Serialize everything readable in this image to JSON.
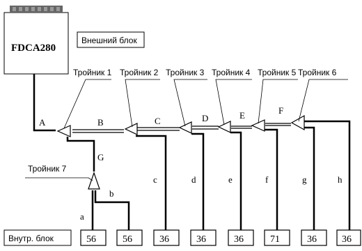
{
  "outdoor_unit": {
    "model": "FDCA280"
  },
  "labels": {
    "outdoor_unit_caption": "Внешний блок",
    "indoor_unit_caption": "Внутр. блок"
  },
  "tees": [
    {
      "name": "Тройник 1"
    },
    {
      "name": "Тройник 2"
    },
    {
      "name": "Тройник 3"
    },
    {
      "name": "Тройник 4"
    },
    {
      "name": "Тройник 5"
    },
    {
      "name": "Тройник 6"
    },
    {
      "name": "Тройник 7"
    }
  ],
  "main_segments": [
    "A",
    "B",
    "C",
    "D",
    "E",
    "F",
    "G"
  ],
  "branch_segments": [
    "a",
    "b",
    "c",
    "d",
    "e",
    "f",
    "g",
    "h"
  ],
  "indoor_units": [
    "56",
    "56",
    "36",
    "36",
    "36",
    "71",
    "36",
    "36"
  ],
  "colors": {
    "line": "#000000",
    "unit_fill": "#ffffff",
    "grille": "#555555"
  }
}
